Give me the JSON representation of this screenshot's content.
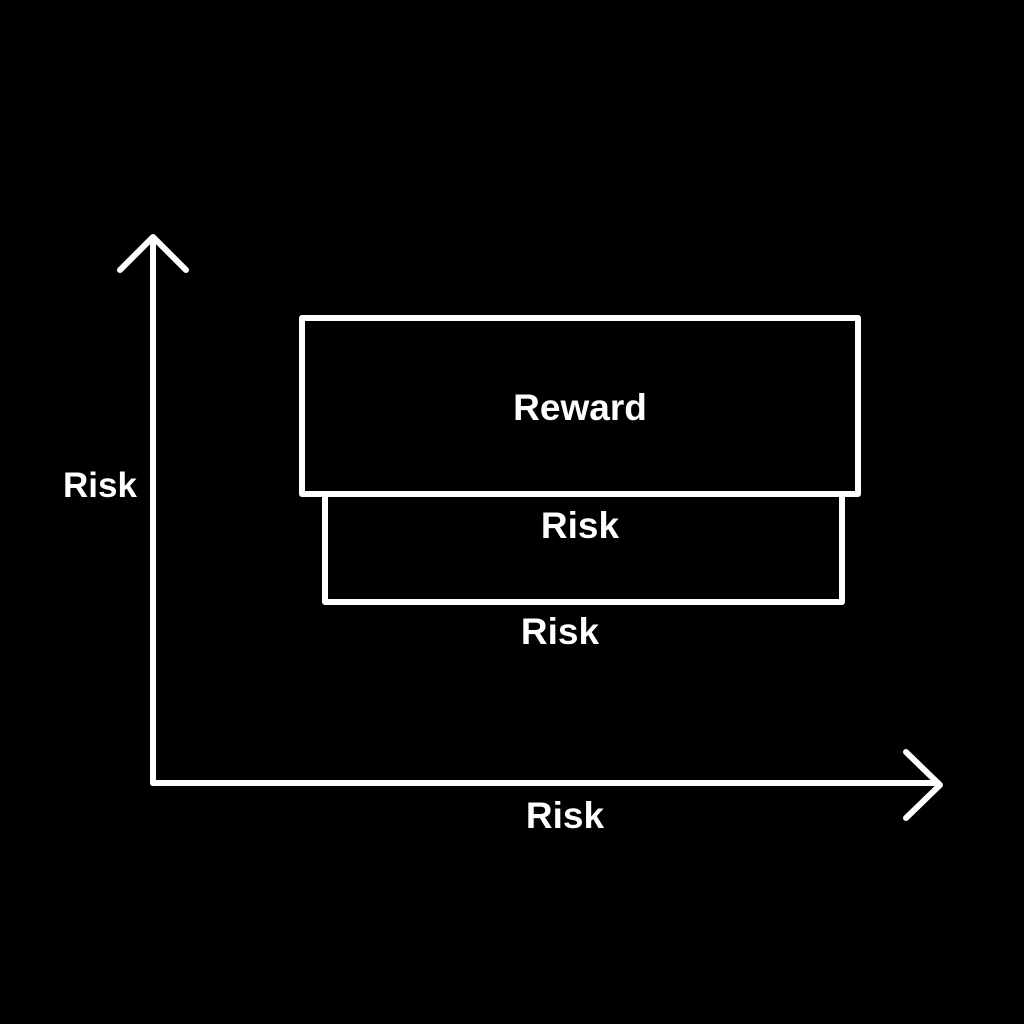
{
  "diagram": {
    "colors": {
      "background": "#000000",
      "foreground": "#ffffff"
    },
    "y_axis": {
      "label": "Risk"
    },
    "x_axis": {
      "label": "Risk"
    },
    "boxes": [
      {
        "label": "Reward"
      },
      {
        "label": "Risk"
      }
    ],
    "below_box_label": "Risk"
  }
}
